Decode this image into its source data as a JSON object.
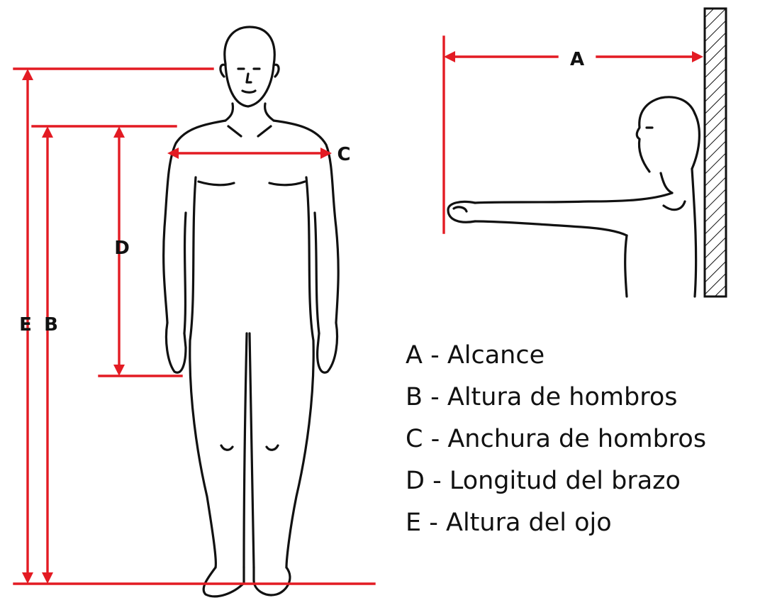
{
  "labels": {
    "a": "A",
    "b": "B",
    "c": "C",
    "d": "D",
    "e": "E"
  },
  "legend": [
    "A - Alcance",
    "B - Altura de hombros",
    "C - Anchura de hombros",
    "D - Longitud del brazo",
    "E - Altura del ojo"
  ],
  "colors": {
    "dimension": "#e31b23",
    "ink": "#111111",
    "background": "#ffffff"
  }
}
